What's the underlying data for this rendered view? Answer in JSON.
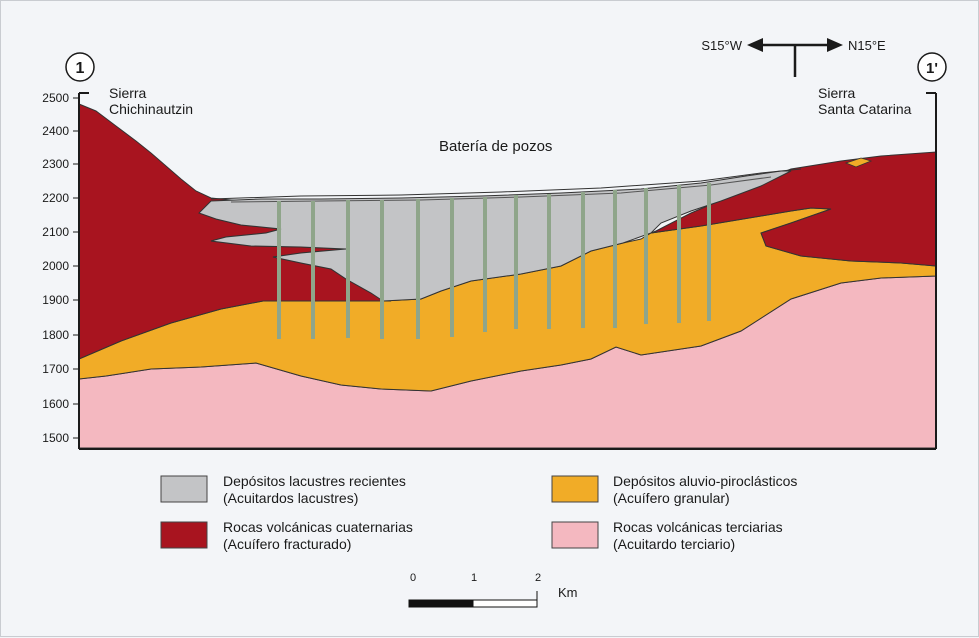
{
  "section": {
    "left_marker": "1",
    "right_marker": "1'",
    "left_place_line1": "Sierra",
    "left_place_line2": "Chichinautzin",
    "right_place_line1": "Sierra",
    "right_place_line2": "Santa Catarina",
    "wells_label": "Batería de pozos",
    "direction_left": "S15°W",
    "direction_right": "N15°E",
    "y_ticks": [
      "2500",
      "2400",
      "2300",
      "2200",
      "2100",
      "2000",
      "1900",
      "1800",
      "1700",
      "1600",
      "1500"
    ]
  },
  "legend": [
    {
      "line1": "Depósitos lacustres recientes",
      "line2": "(Acuitardos lacustres)",
      "color": "#c3c4c6"
    },
    {
      "line1": "Depósitos aluvio-piroclásticos",
      "line2": "(Acuífero granular)",
      "color": "#f1ac27"
    },
    {
      "line1": "Rocas volcánicas cuaternarias",
      "line2": "(Acuífero fracturado)",
      "color": "#a8141f"
    },
    {
      "line1": "Rocas volcánicas terciarias",
      "line2": "(Acuitardo terciario)",
      "color": "#f4b8c0"
    }
  ],
  "scale_bar": {
    "labels": [
      "0",
      "1",
      "2"
    ],
    "unit": "Km"
  },
  "colors": {
    "well": "#8fa58a",
    "outline": "#222222",
    "background": "#f3f5f8"
  }
}
